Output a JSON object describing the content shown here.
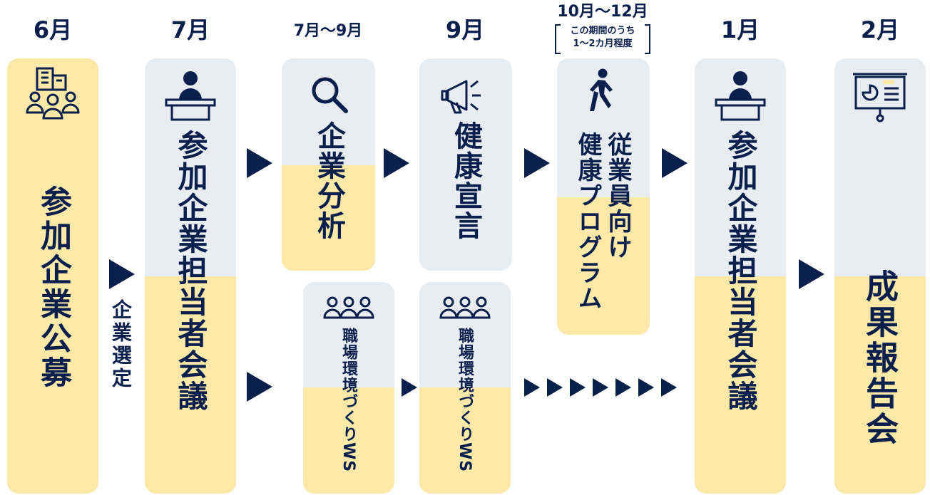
{
  "months": {
    "jun": "6月",
    "jul": "7月",
    "jul_sep": "7月〜9月",
    "sep": "9月",
    "oct_dec": "10月〜12月",
    "oct_dec_note_line1": "この期間のうち",
    "oct_dec_note_line2": "1〜2カ月程度",
    "jan": "1月",
    "feb": "2月"
  },
  "steps": {
    "recruit": "参加企業公募",
    "selection": "企業選定",
    "meeting1": "参加企業担当者会議",
    "analysis": "企業分析",
    "declaration": "健康宣言",
    "program_col1": "従業員向け",
    "program_col2": "健康プログラム",
    "ws1": "職場環境づくりWS",
    "ws2": "職場環境づくりWS",
    "meeting2": "参加企業担当者会議",
    "report": "成果報告会"
  },
  "icons": {
    "recruit": "buildings-people-icon",
    "meeting": "speaker-podium-icon",
    "analysis": "magnifier-icon",
    "declaration": "megaphone-icon",
    "program": "walking-person-icon",
    "ws": "group-icon",
    "report": "presentation-board-icon"
  },
  "colors": {
    "navy": "#0b1f4d",
    "card_grey": "#e8edf1",
    "card_yellow": "#fce9a8"
  }
}
